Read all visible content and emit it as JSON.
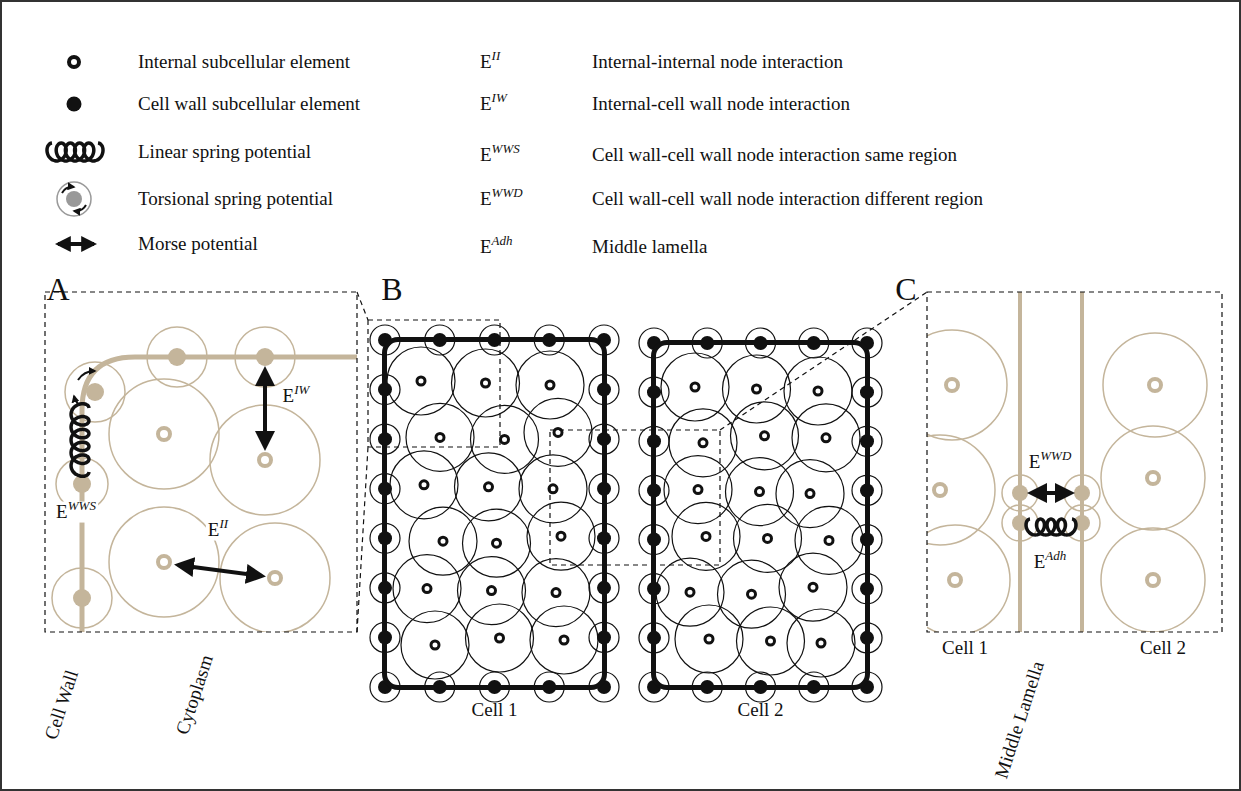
{
  "diagram": {
    "nodes": [
      {
        "text": [
          "Cell 1"
        ]
      },
      {
        "text": [
          "Cell 2"
        ]
      }
    ],
    "labels": [
      "EII",
      "EIW",
      "EWWS",
      "EWWD",
      "EAdh",
      "A",
      "B",
      "C",
      "EWWS",
      "EIW",
      "EII",
      "Cell Wall",
      "Cytoplasm",
      "EWWD",
      "EAdh",
      "Cell 1",
      "Middle Lamella",
      "Cell 2"
    ],
    "legend": [
      {
        "text": "Internal subcellular element"
      },
      {
        "text": "Cell wall subcellular element"
      },
      {
        "text": "Linear spring potential"
      },
      {
        "text": "Torsional spring potential"
      },
      {
        "text": "Morse potential"
      },
      {
        "text": "Internal-internal node interaction"
      },
      {
        "text": "Internal-cell wall node interaction"
      },
      {
        "text": "Cell wall-cell wall node interaction same region"
      },
      {
        "text": "Cell wall-cell wall node interaction different region"
      },
      {
        "text": "Middle lamella"
      }
    ]
  }
}
